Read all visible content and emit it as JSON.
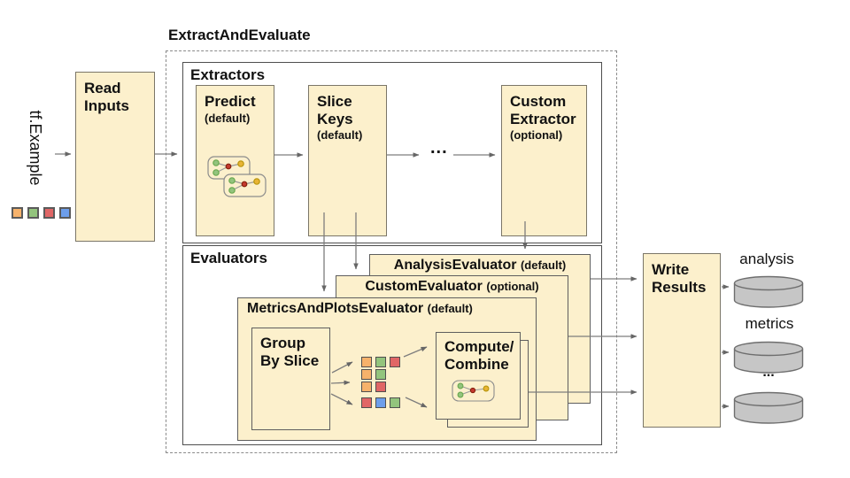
{
  "palette": {
    "orange": "#F6B26B",
    "green": "#93C47D",
    "red": "#E06666",
    "blue": "#6D9EEB"
  },
  "accents": {
    "box_fill": "#FCF0CC",
    "container_border": "#4E4E4E",
    "arrow": "#7D7D7D",
    "cylinder_fill": "#C6C6C6",
    "cylinder_border": "#6E6E6E"
  },
  "input": {
    "label": "tf.Example",
    "legend": [
      "orange",
      "green",
      "red",
      "blue"
    ]
  },
  "pipeline": {
    "title": "ExtractAndEvaluate",
    "read_inputs": "Read\nInputs",
    "write_results": "Write\nResults"
  },
  "extractors": {
    "section_label": "Extractors",
    "predict": {
      "title": "Predict",
      "qualifier": "(default)"
    },
    "slice_keys": {
      "title": "Slice\nKeys",
      "qualifier": "(default)"
    },
    "ellipsis": "...",
    "custom_extractor": {
      "title": "Custom\nExtractor",
      "qualifier": "(optional)"
    }
  },
  "evaluators": {
    "section_label": "Evaluators",
    "analysis_evaluator": {
      "title": "AnalysisEvaluator",
      "qualifier": "(default)"
    },
    "custom_evaluator": {
      "title": "CustomEvaluator",
      "qualifier": "(optional)"
    },
    "metrics_and_plots_evaluator": {
      "title": "MetricsAndPlotsEvaluator",
      "qualifier": "(default)"
    },
    "group_by_slice": "Group\nBy Slice",
    "compute_combine": "Compute/\nCombine",
    "slice_groups": [
      [
        "orange",
        "green",
        "red"
      ],
      [
        "orange",
        "green"
      ],
      [
        "orange",
        "red"
      ],
      [
        "red",
        "blue",
        "green"
      ]
    ]
  },
  "outputs": {
    "items": [
      {
        "label": "analysis"
      },
      {
        "label": "metrics"
      },
      {
        "label": "..."
      }
    ]
  }
}
